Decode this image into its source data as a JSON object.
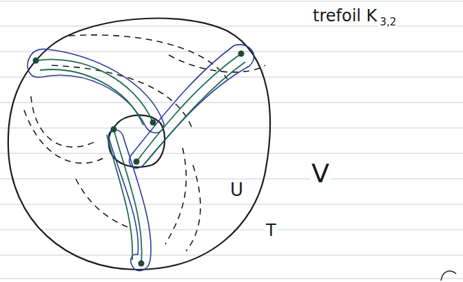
{
  "diagram": {
    "labels": [
      "trefoil K",
      "3,2",
      "U",
      "V",
      "T"
    ]
  }
}
